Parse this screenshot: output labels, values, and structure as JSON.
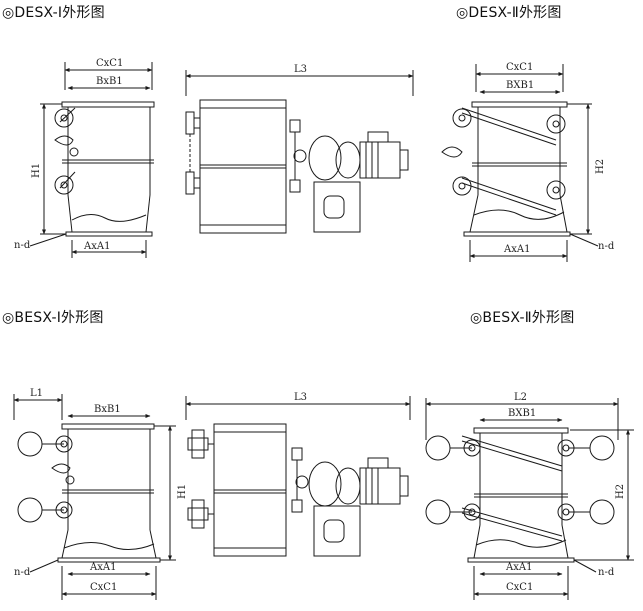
{
  "titles": {
    "desx1": "◎DESX-Ⅰ外形图",
    "desx2": "◎DESX-Ⅱ外形图",
    "besx1": "◎BESX-Ⅰ外形图",
    "besx2": "◎BESX-Ⅱ外形图"
  },
  "dims": {
    "cxc1": "CxC1",
    "bxb1": "BxB1",
    "bxb1_alt": "BXB1",
    "h1": "H1",
    "h2": "H2",
    "axa1": "AxA1",
    "nd": "n-d",
    "l1": "L1",
    "l2": "L2",
    "l3": "L3"
  },
  "colors": {
    "ink": "#1a1a1a",
    "background": "#ffffff"
  }
}
